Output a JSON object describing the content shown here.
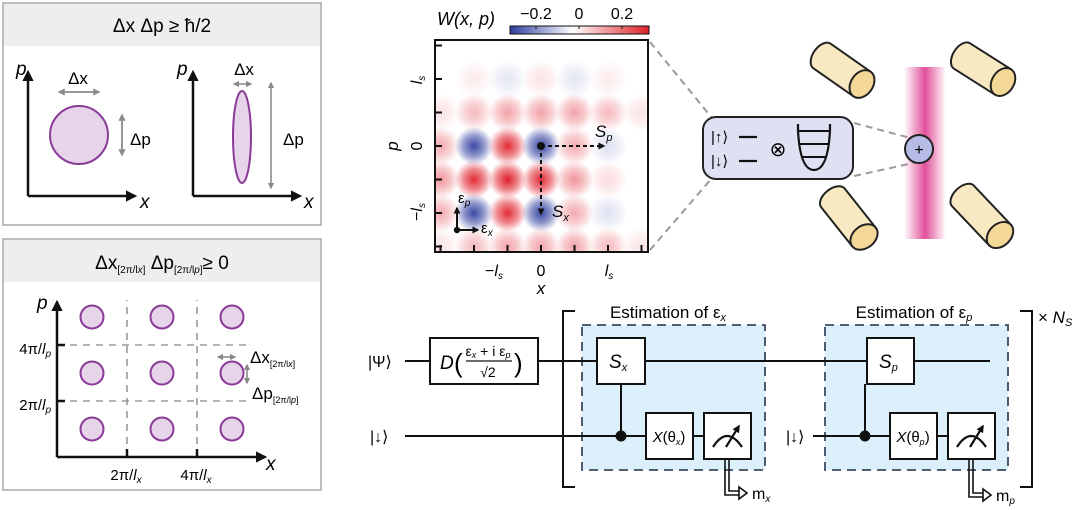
{
  "panel_a": {
    "title": {
      "main": "Δx Δp ≥ ħ/2"
    },
    "left": {
      "p_label": "p",
      "x_label": "x",
      "dx_label": "Δx",
      "dp_label": "Δp"
    },
    "right": {
      "p_label": "p",
      "x_label": "x",
      "dx_label": "Δx",
      "dp_label": "Δp"
    }
  },
  "panel_b": {
    "title": {
      "dx": "Δx",
      "dx_sub": "[2π/l",
      "dx_sub_x": "x",
      "dx_sub_end": "]",
      "dp": "Δp",
      "dp_sub": "[2π/l",
      "dp_sub_p": "p",
      "dp_sub_end": "]",
      "rel": "≥  0"
    },
    "p_label": "p",
    "x_label": "x",
    "y_ticks": [
      {
        "num": "4π/",
        "l": "l",
        "sub": "p"
      },
      {
        "num": "2π/",
        "l": "l",
        "sub": "p"
      }
    ],
    "x_ticks": [
      {
        "num": "2π/",
        "l": "l",
        "sub": "x"
      },
      {
        "num": "4π/",
        "l": "l",
        "sub": "x"
      }
    ],
    "annot_dx": {
      "main": "Δx",
      "sub": "[2π/l",
      "sub_i": "x",
      "end": "]"
    },
    "annot_dp": {
      "main": "Δp",
      "sub": "[2π/l",
      "sub_i": "p",
      "end": "]"
    },
    "grid_rows": 3,
    "grid_cols": 3
  },
  "wigner": {
    "title": "W(x, p)",
    "colorbar_ticks": [
      "−0.2",
      "0",
      "0.2"
    ],
    "colorbar_colors": {
      "negative": "#3340a0",
      "zero": "#ffffff",
      "positive": "#e0202a"
    },
    "xlabel": "x",
    "ylabel": "p",
    "x_ticks": [
      {
        "pre": "−",
        "l": "l",
        "sub": "s"
      },
      {
        "pre": "0",
        "l": "",
        "sub": ""
      },
      {
        "pre": "",
        "l": "l",
        "sub": "s"
      }
    ],
    "y_ticks": [
      {
        "pre": "",
        "l": "l",
        "sub": "s"
      },
      {
        "pre": "0",
        "l": "",
        "sub": ""
      },
      {
        "pre": "−",
        "l": "l",
        "sub": "s"
      }
    ],
    "Sp_label": {
      "main": "S",
      "sub": "p"
    },
    "Sx_label": {
      "main": "S",
      "sub": "x"
    },
    "eps_p_label": {
      "main": "ε",
      "sub": "p"
    },
    "eps_x_label": {
      "main": "ε",
      "sub": "x"
    },
    "peaks": [
      {
        "col": -3,
        "row": 2,
        "v": 0.0
      },
      {
        "col": -2,
        "row": 2,
        "v": 0.03
      },
      {
        "col": -1,
        "row": 2,
        "v": -0.04
      },
      {
        "col": 0,
        "row": 2,
        "v": 0.04
      },
      {
        "col": 1,
        "row": 2,
        "v": -0.04
      },
      {
        "col": 2,
        "row": 2,
        "v": 0.03
      },
      {
        "col": -3,
        "row": 1,
        "v": 0.04
      },
      {
        "col": -2,
        "row": 1,
        "v": 0.1
      },
      {
        "col": -1,
        "row": 1,
        "v": 0.13
      },
      {
        "col": 0,
        "row": 1,
        "v": 0.13
      },
      {
        "col": 1,
        "row": 1,
        "v": 0.13
      },
      {
        "col": 2,
        "row": 1,
        "v": 0.1
      },
      {
        "col": 3,
        "row": 1,
        "v": 0.04
      },
      {
        "col": -4,
        "row": 0,
        "v": -0.05
      },
      {
        "col": -3,
        "row": 0,
        "v": 0.12
      },
      {
        "col": -2,
        "row": 0,
        "v": -0.3
      },
      {
        "col": -1,
        "row": 0,
        "v": 0.3
      },
      {
        "col": 0,
        "row": 0,
        "v": -0.3
      },
      {
        "col": 1,
        "row": 0,
        "v": 0.12
      },
      {
        "col": 2,
        "row": 0,
        "v": -0.05
      },
      {
        "col": -4,
        "row": -1,
        "v": 0.04
      },
      {
        "col": -3,
        "row": -1,
        "v": 0.15
      },
      {
        "col": -2,
        "row": -1,
        "v": 0.3
      },
      {
        "col": -1,
        "row": -1,
        "v": 0.32
      },
      {
        "col": 0,
        "row": -1,
        "v": 0.3
      },
      {
        "col": 1,
        "row": -1,
        "v": 0.15
      },
      {
        "col": 2,
        "row": -1,
        "v": 0.05
      },
      {
        "col": -4,
        "row": -2,
        "v": -0.05
      },
      {
        "col": -3,
        "row": -2,
        "v": 0.12
      },
      {
        "col": -2,
        "row": -2,
        "v": -0.3
      },
      {
        "col": -1,
        "row": -2,
        "v": 0.3
      },
      {
        "col": 0,
        "row": -2,
        "v": -0.3
      },
      {
        "col": 1,
        "row": -2,
        "v": 0.12
      },
      {
        "col": 2,
        "row": -2,
        "v": -0.05
      },
      {
        "col": -3,
        "row": -3,
        "v": 0.04
      },
      {
        "col": -2,
        "row": -3,
        "v": 0.1
      },
      {
        "col": -1,
        "row": -3,
        "v": 0.13
      },
      {
        "col": 0,
        "row": -3,
        "v": 0.13
      },
      {
        "col": 1,
        "row": -3,
        "v": 0.13
      },
      {
        "col": 2,
        "row": -3,
        "v": 0.1
      },
      {
        "col": 3,
        "row": -3,
        "v": 0.04
      },
      {
        "col": -2,
        "row": -4,
        "v": 0.03
      },
      {
        "col": -1,
        "row": -4,
        "v": -0.04
      },
      {
        "col": 0,
        "row": -4,
        "v": 0.04
      },
      {
        "col": 1,
        "row": -4,
        "v": -0.04
      },
      {
        "col": 2,
        "row": -4,
        "v": 0.03
      }
    ]
  },
  "trap": {
    "up_ket": "|↑⟩",
    "down_ket": "|↓⟩",
    "tensor": "⊗",
    "ion_symbol": "+",
    "ion_color": "#b7bce6",
    "box_color": "#dfe1f3",
    "electrode_color": "#f8e9c2",
    "electrode_end_color": "#f3d898",
    "beam_color": "#e0509a"
  },
  "circuit": {
    "psi_ket": "|Ψ⟩",
    "down_ket": "|↓⟩",
    "displacement": {
      "D": "D",
      "num_a": "ε",
      "num_a_sub": "x",
      "num_plus": " + i ε",
      "num_b_sub": "p",
      "den": "√2"
    },
    "block_x": {
      "title": "Estimation of ε",
      "title_sub": "x",
      "gate": "S",
      "gate_sub": "x",
      "rot": "X(θ",
      "rot_sub": "x",
      "rot_end": ")",
      "meas": {
        "main": "m",
        "sub": "x"
      }
    },
    "block_p": {
      "title": "Estimation of ε",
      "title_sub": "p",
      "gate": "S",
      "gate_sub": "p",
      "rot": "X(θ",
      "rot_sub": "p",
      "rot_end": ")",
      "meas": {
        "main": "m",
        "sub": "p"
      }
    },
    "repeat": {
      "times": "× ",
      "N": "N",
      "sub": "S"
    },
    "block_color": "#dcf0fb"
  }
}
